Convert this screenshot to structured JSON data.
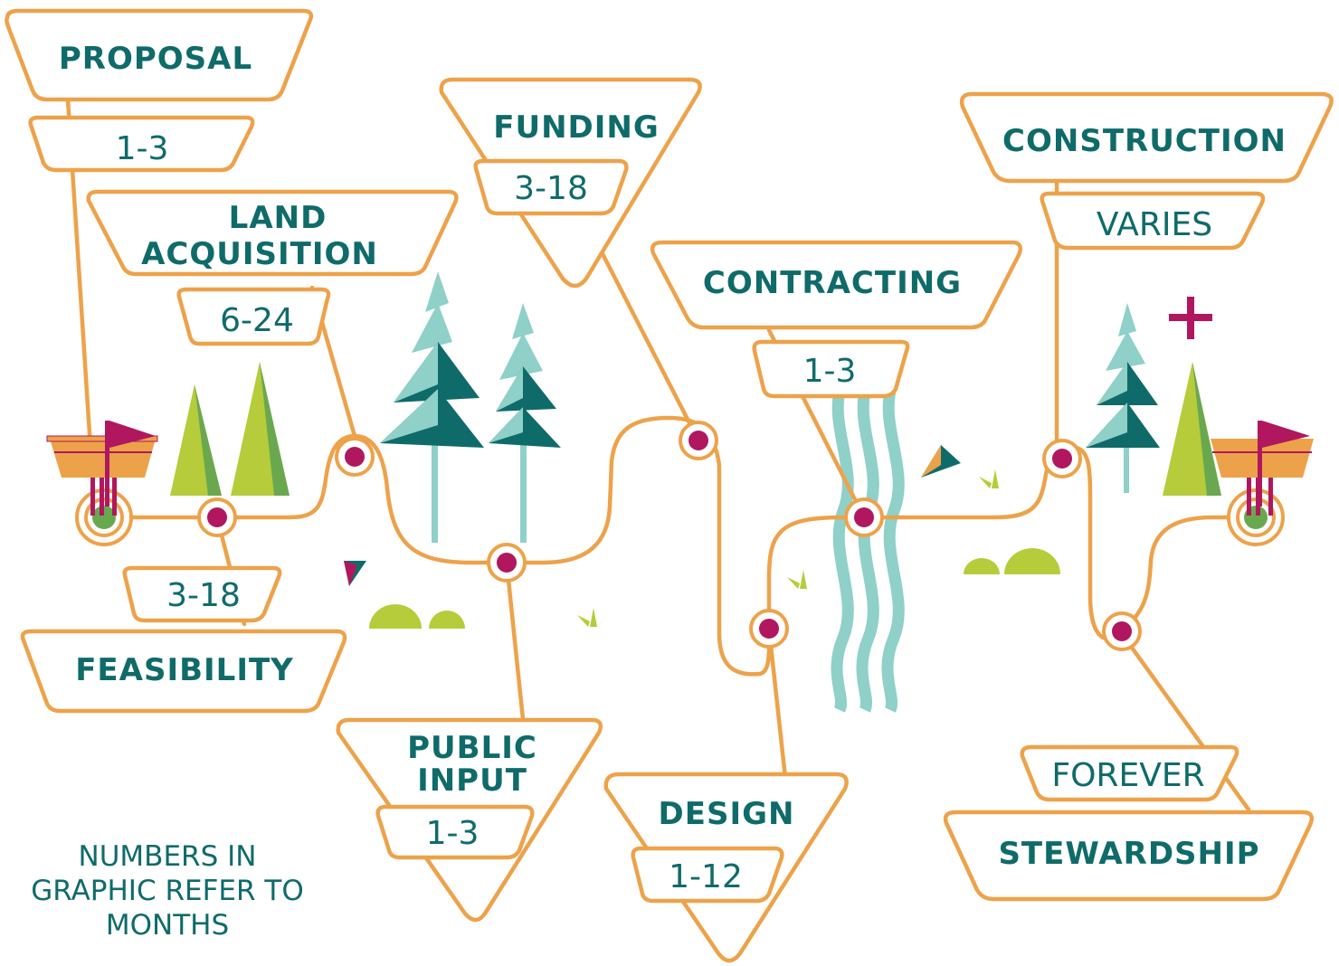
{
  "stages": {
    "proposal": {
      "title": "PROPOSAL",
      "duration": "1-3"
    },
    "feasibility": {
      "title": "FEASIBILITY",
      "duration": "3-18"
    },
    "land_acquisition": {
      "title_line1": "LAND",
      "title_line2": "ACQUISITION",
      "duration": "6-24"
    },
    "public_input": {
      "title_line1": "PUBLIC",
      "title_line2": "INPUT",
      "duration": "1-3"
    },
    "funding": {
      "title": "FUNDING",
      "duration": "3-18"
    },
    "design": {
      "title": "DESIGN",
      "duration": "1-12"
    },
    "contracting": {
      "title": "CONTRACTING",
      "duration": "1-3"
    },
    "construction": {
      "title": "CONSTRUCTION",
      "duration": "VARIES"
    },
    "stewardship": {
      "title": "STEWARDSHIP",
      "duration": "FOREVER"
    }
  },
  "note": {
    "line1": "NUMBERS IN",
    "line2": "GRAPHIC REFER TO",
    "line3": "MONTHS"
  },
  "colors": {
    "path": "#eda24a",
    "node": "#b0175f",
    "text": "#0f6b6a",
    "teal_tree": "#0f6b6a",
    "light_teal": "#8fd0c9",
    "lime": "#b6cc3a",
    "green": "#6aa84f"
  }
}
